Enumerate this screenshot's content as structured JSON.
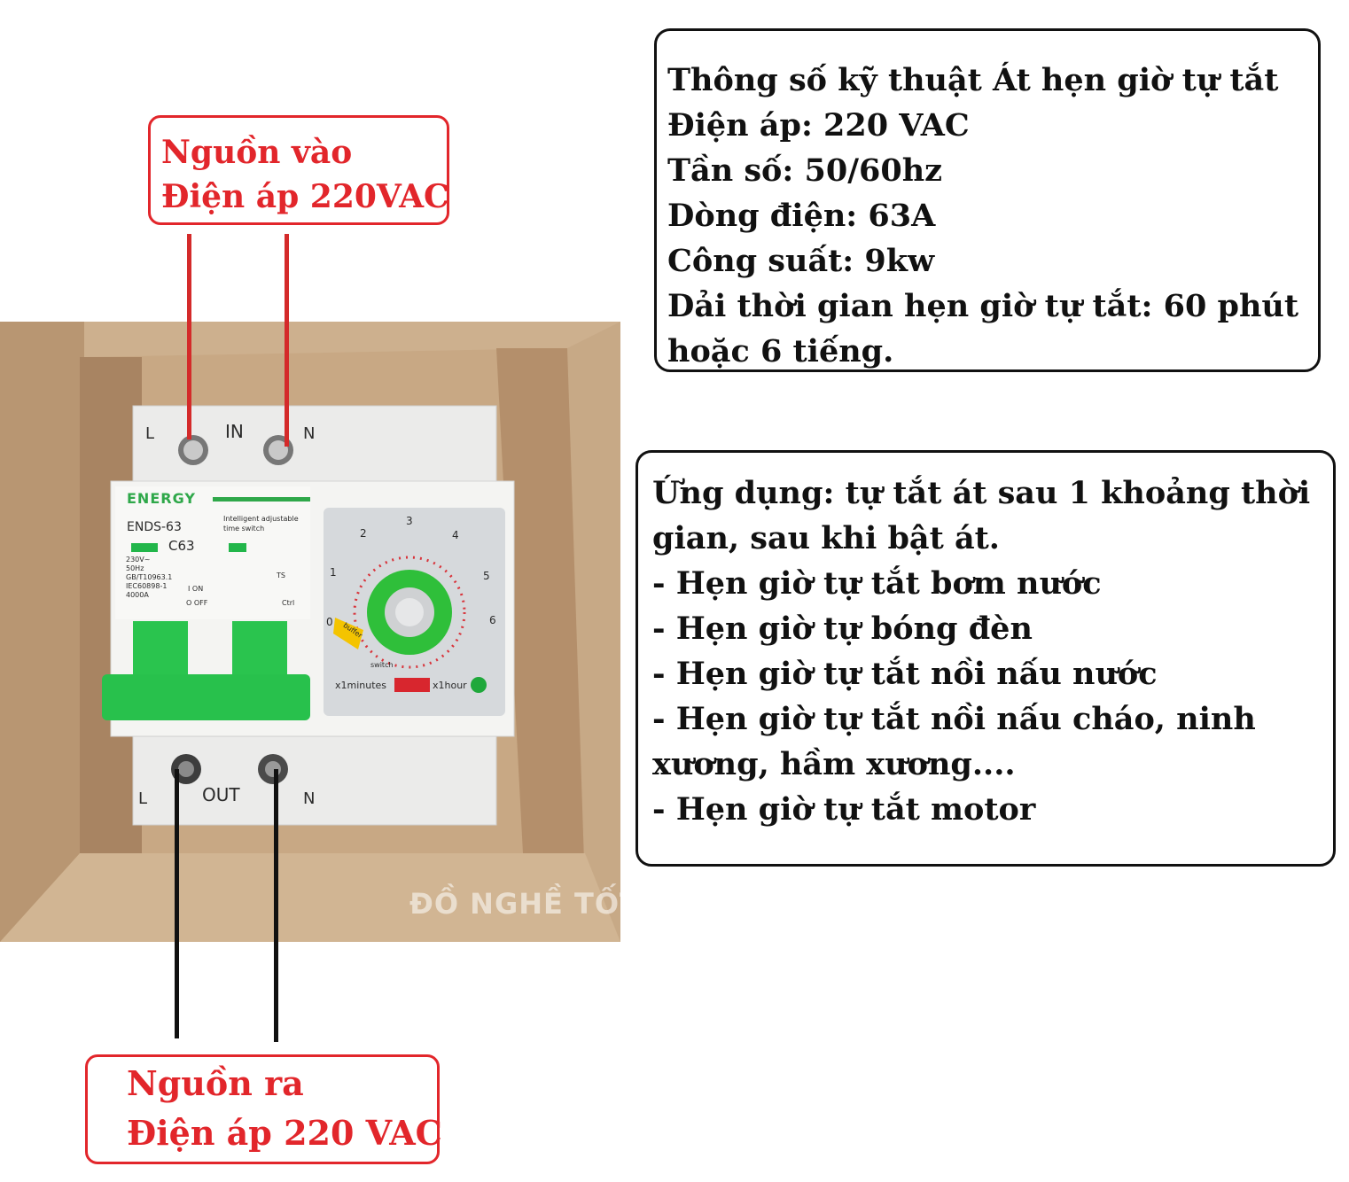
{
  "input_callout": {
    "line1": "Nguồn vào",
    "line2": "Điện áp 220VAC"
  },
  "output_callout": {
    "line1": "Nguồn ra",
    "line2": "Điện áp 220 VAC"
  },
  "specs": {
    "lines": [
      "Thông số kỹ thuật Át hẹn giờ tự tắt",
      "Điện áp: 220 VAC",
      "Tần số: 50/60hz",
      "Dòng điện: 63A",
      "Công suất: 9kw",
      "Dải thời gian hẹn giờ tự tắt: 60 phút",
      "hoặc 6 tiếng."
    ]
  },
  "applications": {
    "lines": [
      "Ứng dụng: tự tắt át sau 1 khoảng thời",
      "gian, sau khi bật át.",
      "- Hẹn giờ tự tắt bơm nước",
      "- Hẹn giờ tự bóng đèn",
      "- Hẹn giờ tự tắt nồi nấu nước",
      "- Hẹn giờ tự tắt nồi nấu cháo, ninh",
      "xương, hầm xương....",
      "- Hẹn giờ tự tắt motor"
    ]
  },
  "device": {
    "brand": "ENERGY",
    "model": "ENDS-63",
    "rating": "C63",
    "desc1": "Intelligent adjustable",
    "desc2": "time switch",
    "spec_lines": [
      "230V~",
      "50Hz",
      "GB/T10963.1",
      "IEC60898-1",
      "4000A"
    ],
    "on_label": "I ON",
    "off_label": "O OFF",
    "ts_label": "TS",
    "ctrl_label": "Ctrl",
    "top_l": "L",
    "top_in": "IN",
    "top_n": "N",
    "bot_l": "L",
    "bot_out": "OUT",
    "bot_n": "N",
    "dial_numbers": [
      "0",
      "1",
      "2",
      "3",
      "4",
      "5",
      "6"
    ],
    "buffer_label": "buffer",
    "switch_label": "switch",
    "x1minutes": "x1minutes",
    "x1hour": "x1hour",
    "watermark": "ĐỒ NGHỀ TỐT"
  },
  "colors": {
    "callout_red": "#e2262b",
    "wire_red": "#d42a2a",
    "breaker_green": "#22c24a",
    "cardboard": "#c4a582"
  }
}
